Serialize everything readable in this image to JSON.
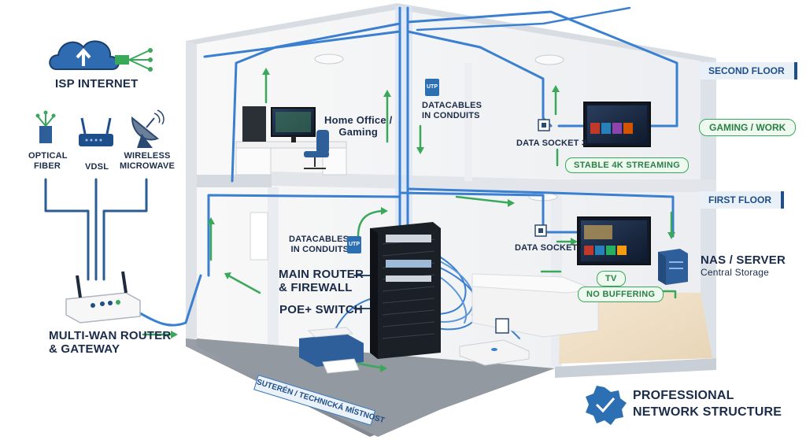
{
  "isp": {
    "label": "ISP INTERNET",
    "icon": "cloud-upload-icon"
  },
  "sources": [
    {
      "label": "OPTICAL\nFIBER",
      "icon": "optical-fiber-icon"
    },
    {
      "label": "VDSL",
      "icon": "vdsl-modem-icon"
    },
    {
      "label": "WIRELESS\nMICROWAVE",
      "icon": "satellite-dish-icon"
    }
  ],
  "router": {
    "label": "MULTI-WAN ROUTER\n& GATEWAY",
    "icon": "router-icon"
  },
  "floors": {
    "second": "SECOND FLOOR",
    "first": "FIRST FLOOR"
  },
  "rooms": {
    "office": "Home Office /\nGaming",
    "datacables_top": "DATACABLES\nIN CONDUITS",
    "datacables_mid": "DATACABLES\nIN CONDUITS",
    "main_router": "MAIN ROUTER\n& FIREWALL",
    "poe_switch": "POE+ SWITCH",
    "socket3": "DATA SOCKET 3",
    "socket2": "DATA SOCKET 2",
    "nas_title": "NAS / SERVER",
    "nas_subtitle": "Central Storage"
  },
  "badges": {
    "utp": "UTP",
    "gaming_work": "GAMING / WORK",
    "stable_4k": "STABLE 4K STREAMING",
    "tv": "TV",
    "no_buffering": "NO BUFFERING"
  },
  "basement": "SUTERÉN / TECHNICKÁ MÍSTNOST",
  "footer": {
    "title": "PROFESSIONAL\nNETWORK STRUCTURE",
    "icon": "check-badge-icon"
  },
  "colors": {
    "cable_blue": "#3b7fd0",
    "cable_green": "#3aa85a",
    "navy": "#1b2c4a",
    "wall": "#f1f3f6",
    "floor": "#8a8f96",
    "wood": "#f1e3cc"
  }
}
